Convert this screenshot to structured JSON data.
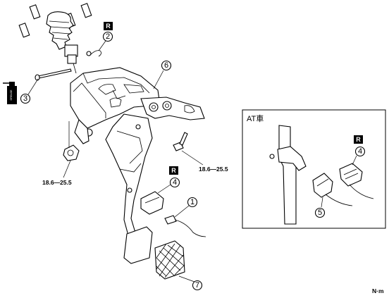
{
  "callouts": [
    {
      "id": "1",
      "text": "1"
    },
    {
      "id": "2",
      "text": "2"
    },
    {
      "id": "3",
      "text": "3"
    },
    {
      "id": "4",
      "text": "4"
    },
    {
      "id": "5",
      "text": "5"
    },
    {
      "id": "6",
      "text": "6"
    },
    {
      "id": "7",
      "text": "7"
    },
    {
      "id": "4b",
      "text": "4"
    }
  ],
  "replace_marks": [
    "R",
    "R",
    "R"
  ],
  "torques": [
    "18.6—25.5",
    "18.6—25.5"
  ],
  "inset": {
    "title": "AT車"
  },
  "unit": "N·m",
  "grease_can_label": "GREASE"
}
